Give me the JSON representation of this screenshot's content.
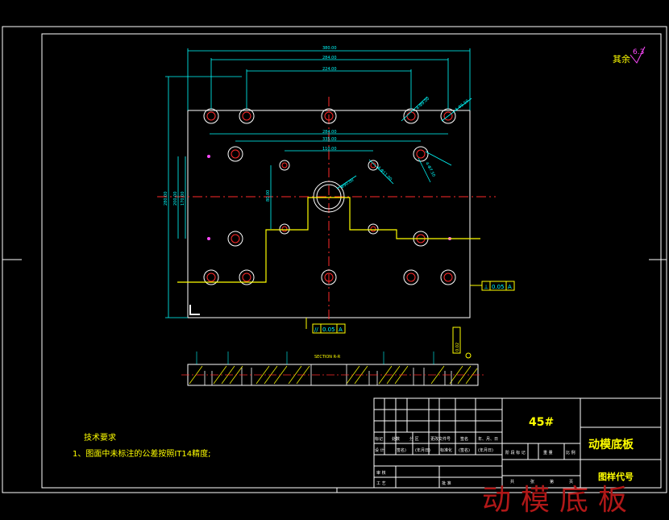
{
  "drawing": {
    "dims": {
      "top_380": "380.00",
      "top_284": "284.00",
      "top_224": "224.00",
      "mid_284": "284.00",
      "mid_335": "335.00",
      "mid_110": "110.00",
      "left_280": "280.00",
      "left_200": "200.00",
      "left_170": "170.00",
      "inner_80": "80.00",
      "hole_a": "4-Φ9.00",
      "hole_b": "4-Φ5.50",
      "hole_c": "Φ90.00",
      "hole_d": "4-Φ11.00",
      "hole_e": "4-Φ7.50"
    },
    "tolerance_box": {
      "symbol": "//",
      "value": "0.05",
      "datum": "A"
    },
    "flatness_box": {
      "symbol": "⊥",
      "value": "0.05",
      "datum": "A"
    },
    "section_label": "SECTION R-R",
    "roughness_other": "其余",
    "roughness_value": "6.3",
    "side_note": "0.02",
    "tech_req_title": "技术要求",
    "tech_req_item": "1、图面中未标注的公差按照IT14精度;"
  },
  "title_block": {
    "material": "45#",
    "part_name": "动模底板",
    "drawing_code": "图样代号",
    "header_cells": [
      "标记",
      "处数",
      "分 区",
      "更改文件号",
      "签名",
      "年、月、日"
    ],
    "row2_cells": [
      "设 计",
      "(签名)",
      "(年月日)",
      "标准化",
      "(签名)",
      "(年月日)"
    ],
    "right_cells": [
      "阶 段 标 记",
      "重 量",
      "比 例"
    ],
    "row3_cells": [
      "审 核"
    ],
    "row4_cells": [
      "工 艺",
      "批 准"
    ],
    "sheet_cells": [
      "共",
      "张",
      "第",
      "页"
    ]
  },
  "watermark": "动模底板"
}
